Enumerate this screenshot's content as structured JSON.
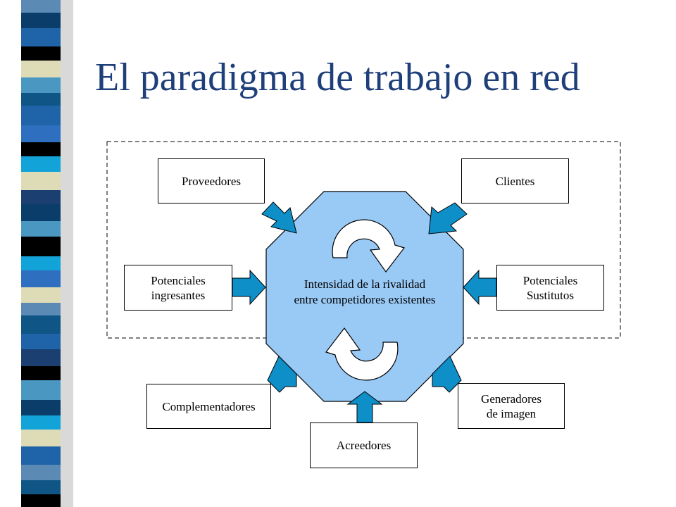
{
  "slide": {
    "title": "El paradigma de trabajo en red",
    "colors": {
      "title": "#1f3f7a",
      "octagon_fill": "#99c9f5",
      "arrow_fill": "#0f8fc8",
      "strip": [
        "#5b8ab5",
        "#0b3d6b",
        "#1f63a8",
        "#000000",
        "#dedcb6",
        "#4a97c2",
        "#0f5585",
        "#2f6fc0",
        "#12a3d8",
        "#1a3f70"
      ]
    }
  },
  "diagram": {
    "center_label": "Intensidad de la rivalidad\nentre competidores existentes",
    "nodes": {
      "proveedores": "Proveedores",
      "clientes": "Clientes",
      "potenciales_ingresantes": "Potenciales\ningresantes",
      "potenciales_sustitutos": "Potenciales\nSustitutos",
      "complementadores": "Complementadores",
      "generadores_imagen": "Generadores\nde imagen",
      "acreedores": "Acreedores"
    },
    "icons": {
      "cycle": "circular-arrow-icon",
      "pointer": "block-arrow-icon"
    }
  }
}
